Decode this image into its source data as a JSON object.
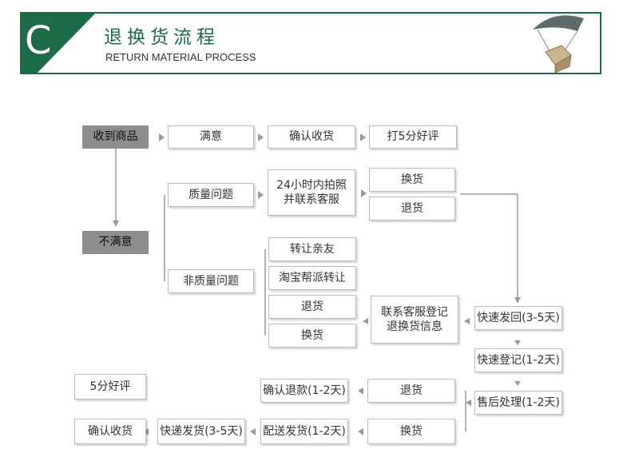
{
  "header": {
    "logo_letter": "C",
    "title": "退换货流程",
    "subtitle": "RETURN MATERIAL PROCESS",
    "accent_color": "#1e6b48"
  },
  "flow": {
    "received": "收到商品",
    "satisfied": "满意",
    "confirm_receipt": "确认收货",
    "five_star": "打5分好评",
    "unsatisfied": "不满意",
    "quality_issue": "质量问题",
    "photo_contact": "24小时内拍照\n并联系客服",
    "exchange_1": "换货",
    "return_1": "退货",
    "non_quality_issue": "非质量问题",
    "transfer_friends": "转让亲友",
    "taobao_help": "淘宝帮派转让",
    "return_2": "退货",
    "exchange_2": "换货",
    "register_info": "联系客服登记\n退换货信息",
    "fast_ship_back": "快速发回(3-5天)",
    "fast_register": "快速登记(1-2天)",
    "after_sales": "售后处理(1-2天)",
    "return_3": "退货",
    "exchange_3": "换货",
    "confirm_refund": "确认退款(1-2天)",
    "delivery": "配送发货(1-2天)",
    "express": "快递发货(3-5天)",
    "confirm_receipt_2": "确认收货",
    "five_star_2": "5分好评"
  }
}
